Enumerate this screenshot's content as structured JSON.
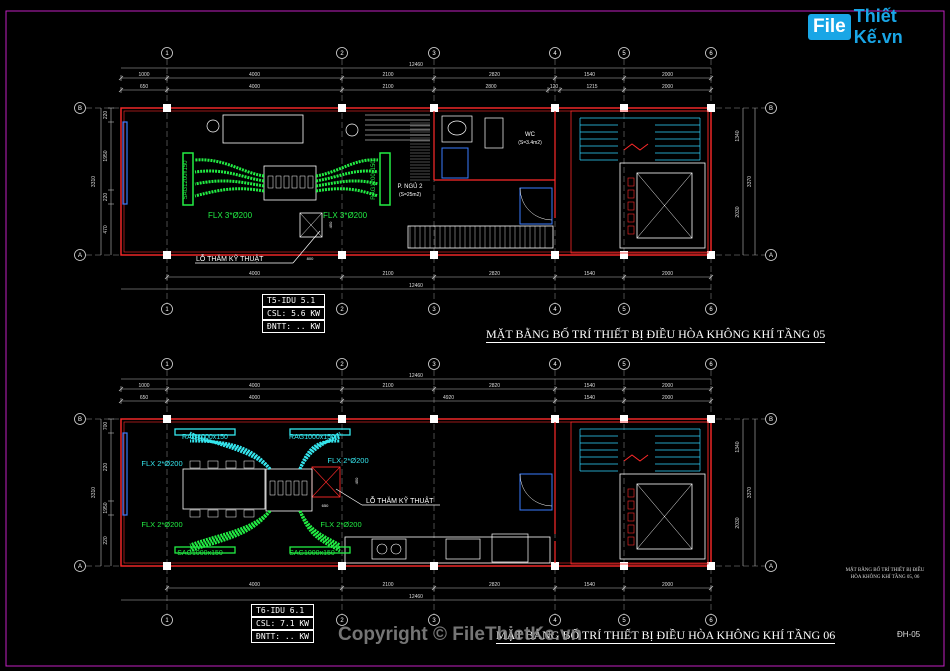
{
  "watermark": {
    "logo_file": "File",
    "logo_rest": "Thiết Kế.vn",
    "copyright": "Copyright © FileThietKe.vn"
  },
  "titles": {
    "plan5": "MẶT BẰNG BỐ TRÍ THIẾT BỊ ĐIỀU HÒA KHÔNG KHÍ TẦNG 05",
    "plan6": "MẶT BẰNG BỐ TRÍ THIẾT BỊ ĐIỀU HÒA KHÔNG KHÍ TẦNG 06"
  },
  "note": "MẶT BẰNG BỐ TRÍ THIẾT BỊ ĐIỀU HÒA KHÔNG KHÍ TẦNG 05, 06",
  "sheet_no": "ĐH-05",
  "grid_axes": [
    "1",
    "2",
    "3",
    "4",
    "5",
    "6"
  ],
  "row_axes": [
    "A",
    "B"
  ],
  "plan5": {
    "dims_top": [
      "1000",
      "4000",
      "2100",
      "2820",
      "1540",
      "2000"
    ],
    "dims_top2": [
      "650",
      "4000",
      "2100",
      "2800",
      "120",
      "1215",
      "2000"
    ],
    "dims_total": "12460",
    "dims_bottom": [
      "4000",
      "2100",
      "2820",
      "1540",
      "2000"
    ],
    "dims_left": [
      "220",
      "1950",
      "220",
      "470"
    ],
    "dims_left_total": "3310",
    "dims_right": [
      "1340",
      "2030"
    ],
    "dims_right_total": "3370",
    "labels": {
      "flx_left": "FLX 3*Ø200",
      "flx_right": "FLX 3*Ø200",
      "sag_left": "SAG1200x150",
      "rag_right": "RAG1200x150",
      "room": "P. NGỦ 2",
      "room_area": "(S=25m2)",
      "wc": "WC",
      "wc_area": "(S=3.4m2)",
      "hatch": "LỖ THĂM KỸ THUẬT",
      "d800": "800",
      "d450": "450"
    },
    "tag": [
      "T5-IDU 5.1",
      "CSL: 5.6 KW",
      "ĐNTT: .. KW"
    ]
  },
  "plan6": {
    "dims_top": [
      "1000",
      "4000",
      "2100",
      "2820",
      "1540",
      "2000"
    ],
    "dims_top2": [
      "650",
      "4000",
      "4920",
      "1540",
      "2000"
    ],
    "dims_total": "12460",
    "dims_bottom": [
      "4000",
      "2100",
      "2820",
      "1540",
      "2000"
    ],
    "dims_left": [
      "700",
      "220",
      "1950",
      "220"
    ],
    "dims_left_total": "3310",
    "dims_right": [
      "1340",
      "2030"
    ],
    "dims_right_total": "3370",
    "labels": {
      "rag_left": "RAG1000x150",
      "rag_right": "RAG1000x150",
      "flx_tl": "FLX 2*Ø200",
      "flx_tr": "FLX 2*Ø200",
      "flx_bl": "FLX 2*Ø200",
      "flx_br": "FLX 2*Ø200",
      "sag_left": "SAG1000x150",
      "sag_right": "SAG1000x150",
      "hatch": "LỖ THĂM KỸ THUẬT",
      "d450": "450",
      "d650": "650"
    },
    "tag": [
      "T6-IDU 6.1",
      "CSL: 7.1 KW",
      "ĐNTT: .. KW"
    ]
  },
  "colors": {
    "wall": "#ff2a2a",
    "grid": "#bbbbbb",
    "duct_green": "#22ee44",
    "duct_cyan": "#35e6ee",
    "fixture": "#ffffff",
    "door": "#3a7cff",
    "stair": "#2fd5ff",
    "mag": "#e020e0"
  }
}
